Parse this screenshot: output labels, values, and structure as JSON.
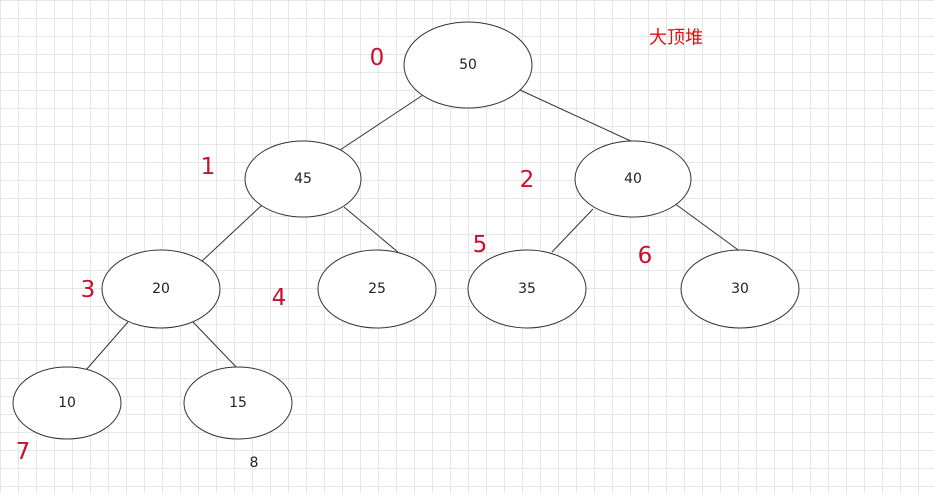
{
  "title": "大顶堆",
  "colors": {
    "index": "#c8102e",
    "title": "#e01010",
    "stroke": "#333333",
    "small_index": "#222222"
  },
  "nodes": [
    {
      "id": 0,
      "value": "50",
      "index": "0"
    },
    {
      "id": 1,
      "value": "45",
      "index": "1"
    },
    {
      "id": 2,
      "value": "40",
      "index": "2"
    },
    {
      "id": 3,
      "value": "20",
      "index": "3"
    },
    {
      "id": 4,
      "value": "25",
      "index": "4"
    },
    {
      "id": 5,
      "value": "35",
      "index": "5"
    },
    {
      "id": 6,
      "value": "30",
      "index": "6"
    },
    {
      "id": 7,
      "value": "10",
      "index": "7"
    },
    {
      "id": 8,
      "value": "15",
      "index": "8"
    }
  ],
  "edges": [
    [
      0,
      1
    ],
    [
      0,
      2
    ],
    [
      1,
      3
    ],
    [
      1,
      4
    ],
    [
      2,
      5
    ],
    [
      2,
      6
    ],
    [
      3,
      7
    ],
    [
      3,
      8
    ]
  ]
}
